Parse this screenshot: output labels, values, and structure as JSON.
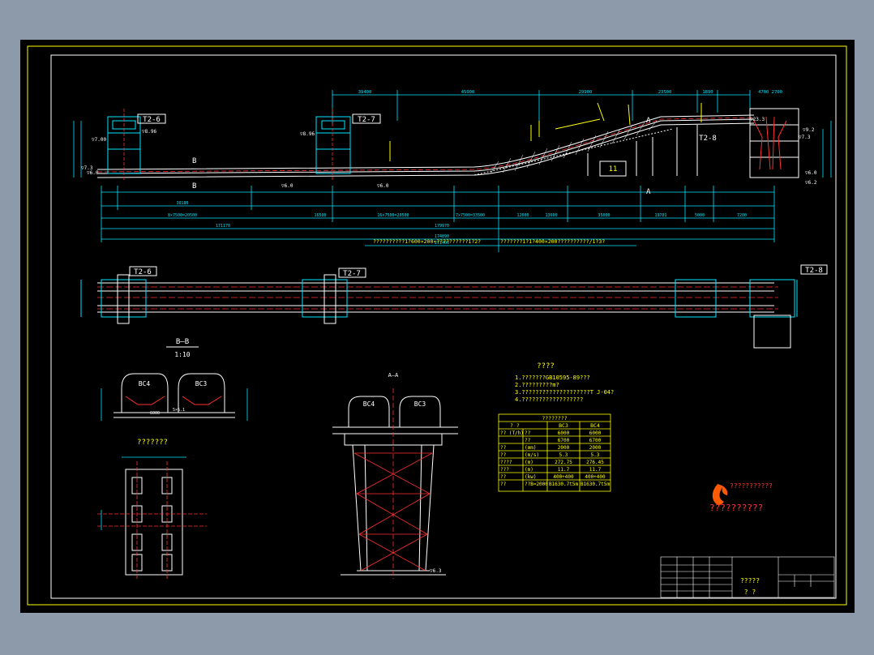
{
  "colors": {
    "background": "#8d9aaa",
    "sheet": "#000000",
    "frame": "#ffff00",
    "dimension": "#00e5ff",
    "structure": "#ffffff",
    "centerline": "#ff3030",
    "annotation": "#ffff00",
    "logo_flame": "#ff5a00"
  },
  "elevation_view": {
    "tags": {
      "left": "T2-6",
      "middle": "T2-7",
      "right": "T2-8"
    },
    "section_marks": {
      "b_upper": "B",
      "b_lower": "B",
      "a_upper": "A",
      "a_lower": "A"
    },
    "level_marks": [
      "▽7.00",
      "▽8.96",
      "▽7.3",
      "▽6.0",
      "▽8.96",
      "▽6.0",
      "▽6.0",
      "▽23.3",
      "▽9.2",
      "▽7.3",
      "▽6.0",
      "▽6.2"
    ],
    "top_dims": [
      "39400",
      "45900",
      "29900",
      "23500",
      "1890",
      "4700 2700"
    ],
    "mid_dims": [
      "30180",
      "8×7500=20500",
      "16500",
      "16×7500=20500",
      "7×7500=33500",
      "12000",
      "13600",
      "35000",
      "19701",
      "5000",
      "7200"
    ],
    "total_dims": [
      "171170",
      "179970",
      "174890",
      "271400"
    ],
    "box_label": "11",
    "notes": [
      "??????????1?600×200×??????????1?2?",
      "???????1?1?400×200??????????/1?3?"
    ]
  },
  "plan_view": {
    "tags": {
      "left": "T2-6",
      "middle": "T2-7",
      "right": "T2-8"
    }
  },
  "section_b": {
    "title": "B—B",
    "scale": "1:10",
    "belts": [
      "BC4",
      "BC3"
    ],
    "dims": [
      "6000",
      "5×6.1"
    ]
  },
  "pier_plan": {
    "title": "???????"
  },
  "section_a": {
    "title": "A—A",
    "belts": [
      "BC4",
      "BC3"
    ],
    "level": "▽6.3"
  },
  "notes": {
    "title": "????",
    "lines": [
      "1.???????GB10595-89???",
      "2.?????????m?",
      "3.????????????????????T J-04?",
      "4.??????????????????"
    ]
  },
  "spec_table": {
    "title": "????????",
    "header": [
      "?     ?",
      "BC3",
      "BC4"
    ],
    "rows": [
      [
        "??  (T/h)",
        "??",
        "6000",
        "6000"
      ],
      [
        "",
        "??",
        "6700",
        "6700"
      ],
      [
        "??",
        "(mm)",
        "2000",
        "2000"
      ],
      [
        "??",
        "(m/s)",
        "5.3",
        "5.3"
      ],
      [
        "????",
        "(m)",
        "272.75",
        "276.45"
      ],
      [
        "???",
        "(m)",
        "11.7",
        "11.7"
      ],
      [
        "??",
        "(kw)",
        "400+400",
        "400+400"
      ],
      [
        "??",
        "??B=2000",
        "B1630.7t5m",
        "B1630.7t5m"
      ]
    ]
  },
  "logo": {
    "company": "???????????",
    "subtitle": "??????????"
  },
  "title_block": {
    "drawing_name": "?????",
    "sub": "?   ?"
  }
}
